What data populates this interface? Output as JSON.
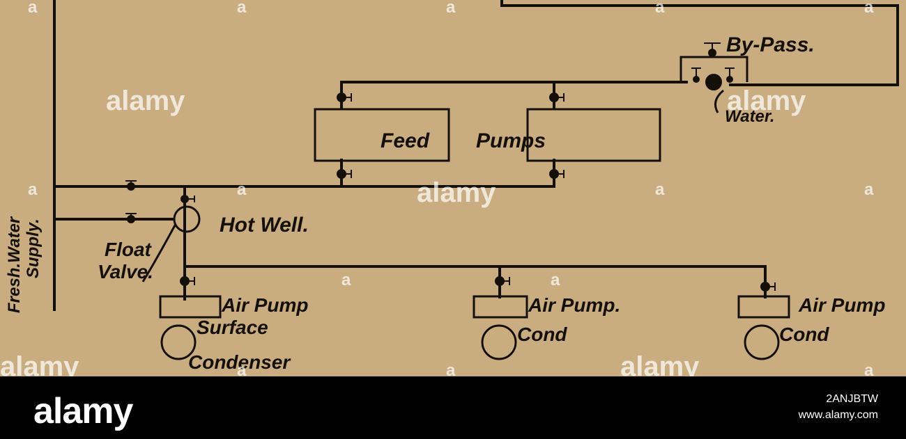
{
  "labels": {
    "by_pass": "By-Pass.",
    "water": "Water.",
    "feed": "Feed",
    "pumps": "Pumps",
    "hot_well": "Hot Well.",
    "float": "Float",
    "valve": "Valve.",
    "fresh_water": "Fresh.Water",
    "supply": "Supply.",
    "air_pump_1": "Air Pump",
    "surface": "Surface",
    "condenser": "Condenser",
    "air_pump_2": "Air Pump.",
    "cond_2": "Cond",
    "air_pump_3": "Air Pump",
    "cond_3": "Cond"
  },
  "watermark": {
    "text": "alamy",
    "small": "a"
  },
  "footer": {
    "logo": "alamy",
    "image_id": "2ANJBTW",
    "url": "www.alamy.com"
  },
  "colors": {
    "paper": "#c9ad80",
    "ink": "#141009",
    "footer_bg": "#000000"
  }
}
